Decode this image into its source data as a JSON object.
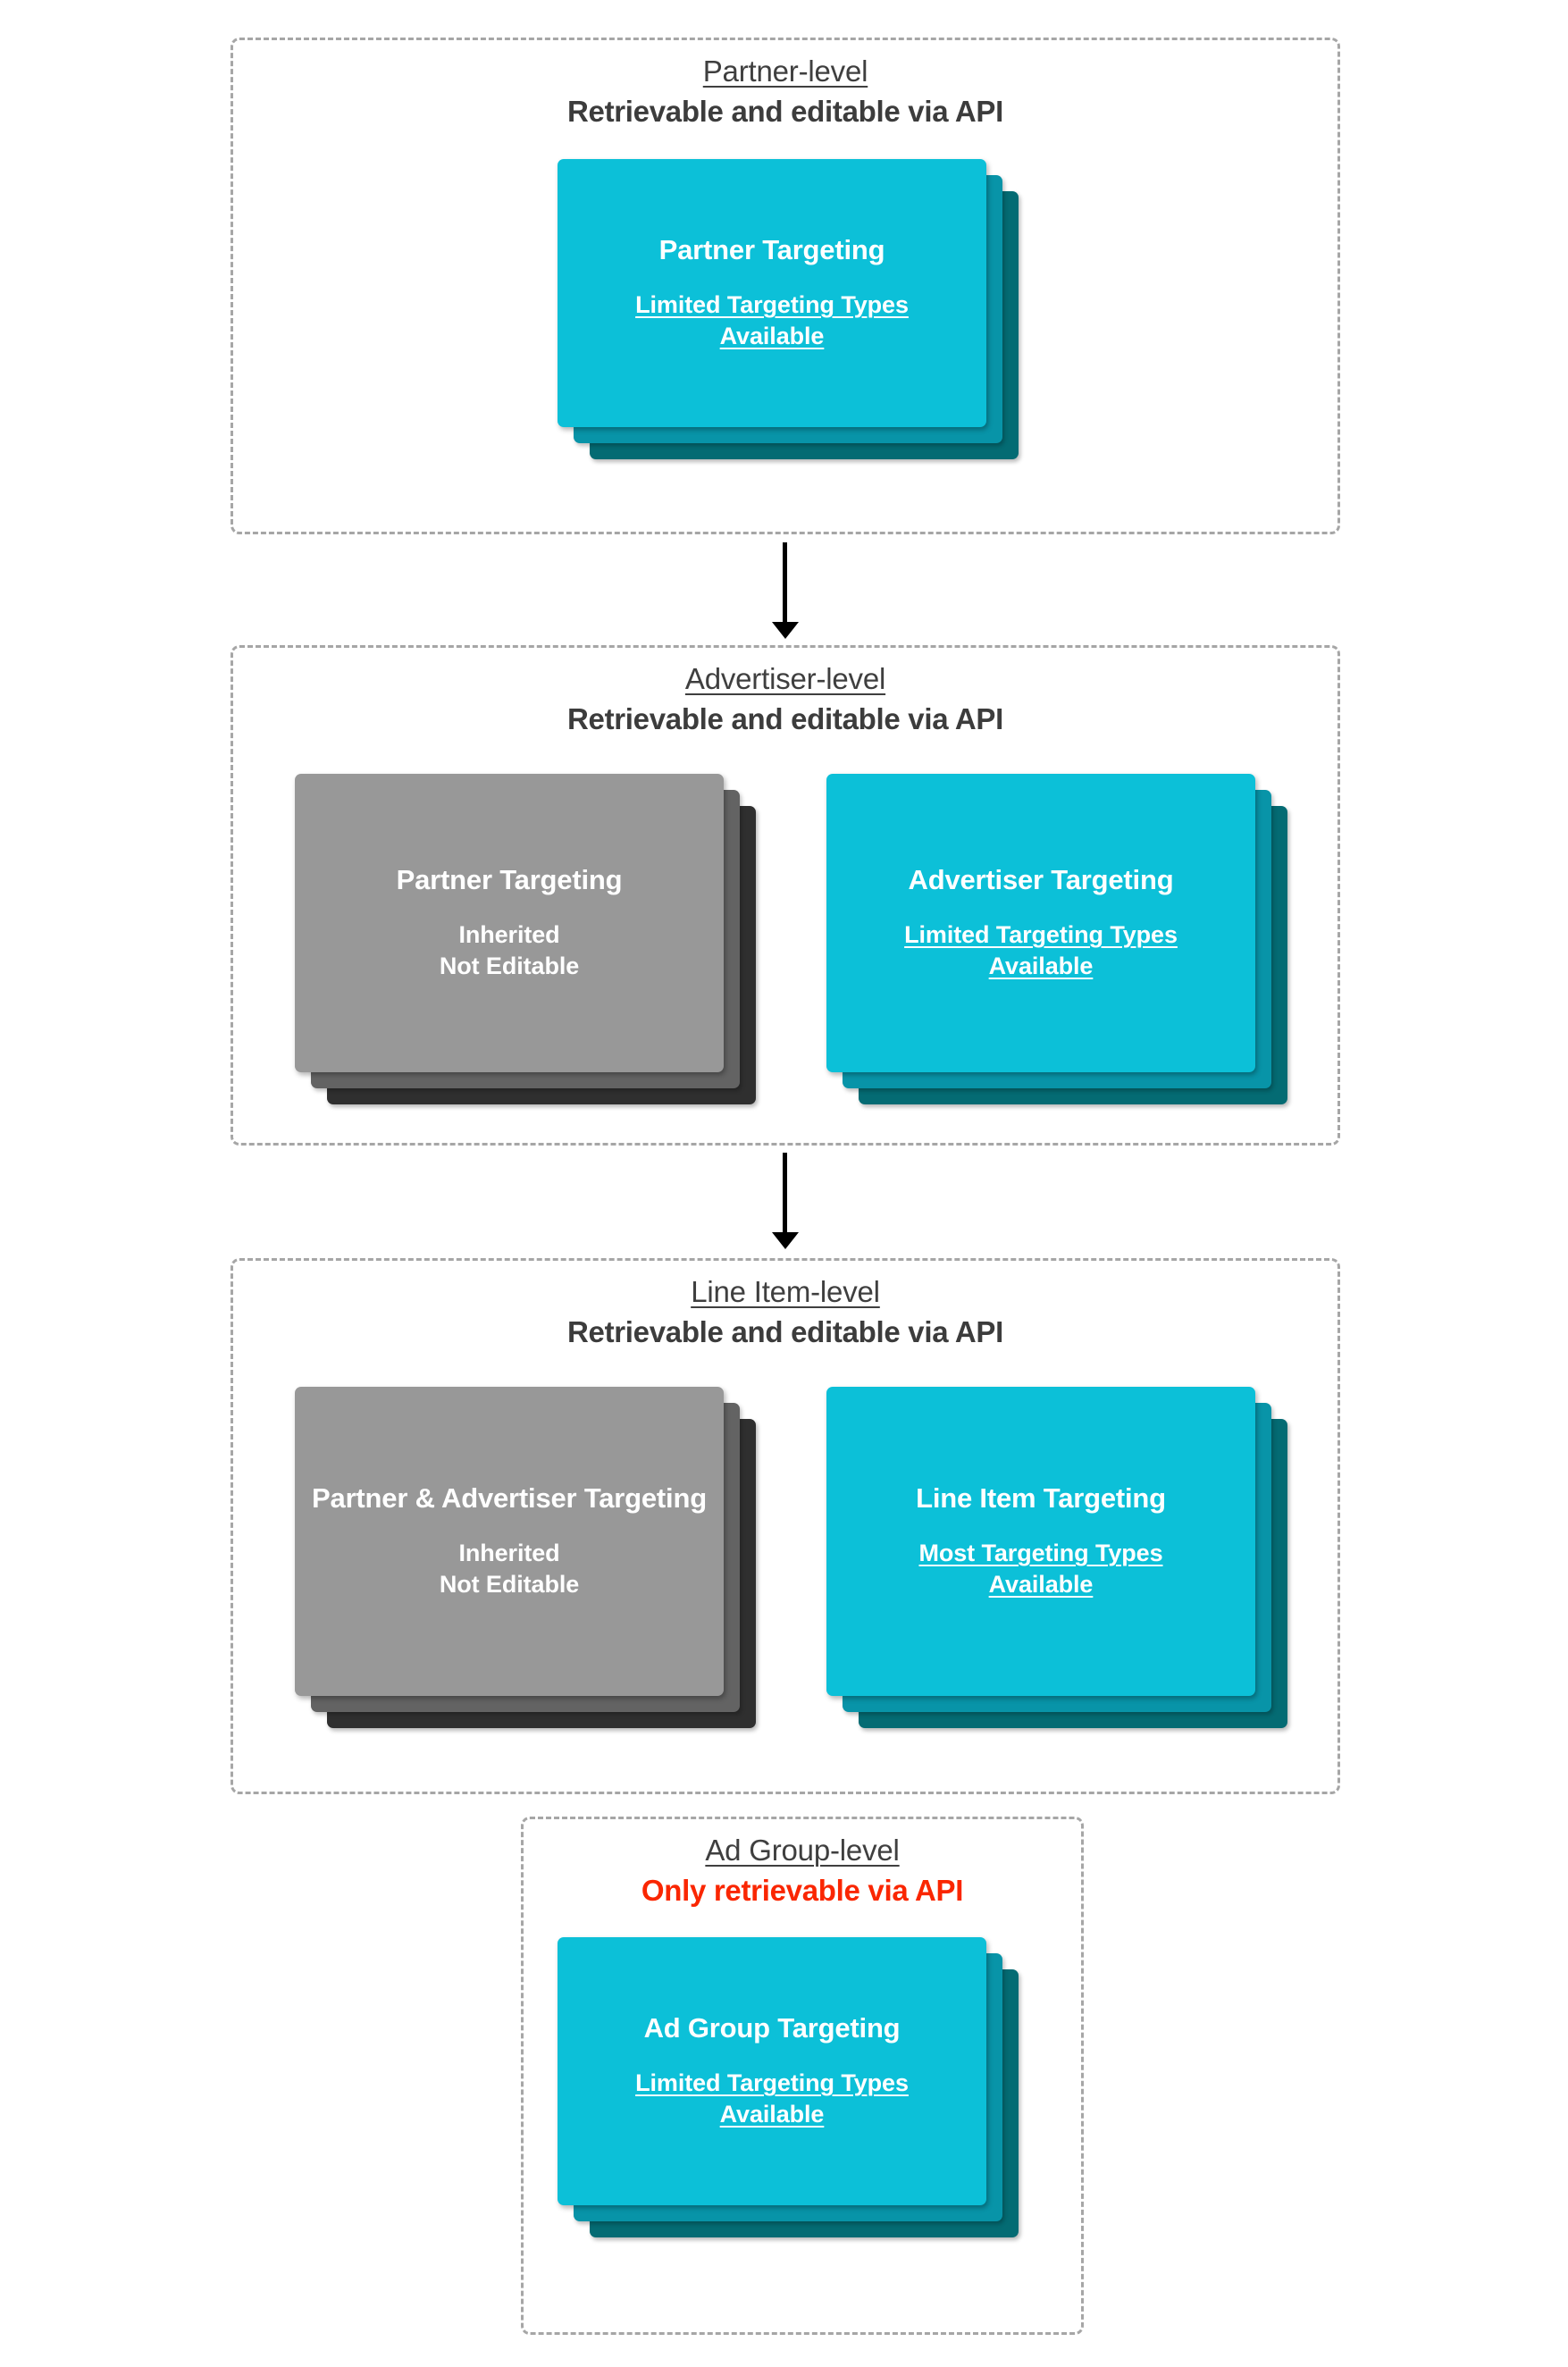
{
  "page": {
    "background": "#ffffff",
    "accent_cyan": "#0cc0d8",
    "accent_cyan_mid": "#0894a8",
    "accent_cyan_back": "#046b73",
    "accent_grey": "#989898",
    "accent_grey_mid": "#636363",
    "accent_grey_back": "#2f2f2f",
    "danger_color": "#fa2600",
    "border_color": "#a6a6a6"
  },
  "levels": [
    {
      "id": "partner",
      "name": "Partner-level",
      "access": "Retrievable and editable via API",
      "access_is_danger": false,
      "cards": [
        {
          "id": "partner-targeting",
          "variant": "cyan",
          "title": "Partner Targeting",
          "note_line1": "Limited Targeting Types",
          "note_line2": "Available",
          "note_underlined": true
        }
      ]
    },
    {
      "id": "advertiser",
      "name": "Advertiser-level",
      "access": "Retrievable and editable via API",
      "access_is_danger": false,
      "cards": [
        {
          "id": "inherited-partner-targeting",
          "variant": "grey",
          "title": "Partner Targeting",
          "note_line1": "Inherited",
          "note_line2": "Not Editable",
          "note_underlined": false
        },
        {
          "id": "advertiser-targeting",
          "variant": "cyan",
          "title": "Advertiser Targeting",
          "note_line1": "Limited Targeting Types",
          "note_line2": "Available",
          "note_underlined": true
        }
      ]
    },
    {
      "id": "line-item",
      "name": "Line Item-level",
      "access": "Retrievable and editable via API",
      "access_is_danger": false,
      "cards": [
        {
          "id": "inherited-partner-advertiser-targeting",
          "variant": "grey",
          "title": "Partner & Advertiser Targeting",
          "note_line1": "Inherited",
          "note_line2": "Not Editable",
          "note_underlined": false
        },
        {
          "id": "line-item-targeting",
          "variant": "cyan",
          "title": "Line Item Targeting",
          "note_line1": "Most Targeting Types",
          "note_line2": "Available",
          "note_underlined": true
        }
      ]
    },
    {
      "id": "ad-group",
      "name": "Ad Group-level",
      "access": "Only retrievable via API",
      "access_is_danger": true,
      "cards": [
        {
          "id": "ad-group-targeting",
          "variant": "cyan",
          "title": "Ad Group Targeting",
          "note_line1": "Limited Targeting Types",
          "note_line2": "Available",
          "note_underlined": true
        }
      ]
    }
  ],
  "connectors": [
    {
      "id": "partner-to-advertiser",
      "from": "partner",
      "to": "advertiser"
    },
    {
      "id": "advertiser-to-line-item",
      "from": "advertiser",
      "to": "line-item"
    }
  ]
}
